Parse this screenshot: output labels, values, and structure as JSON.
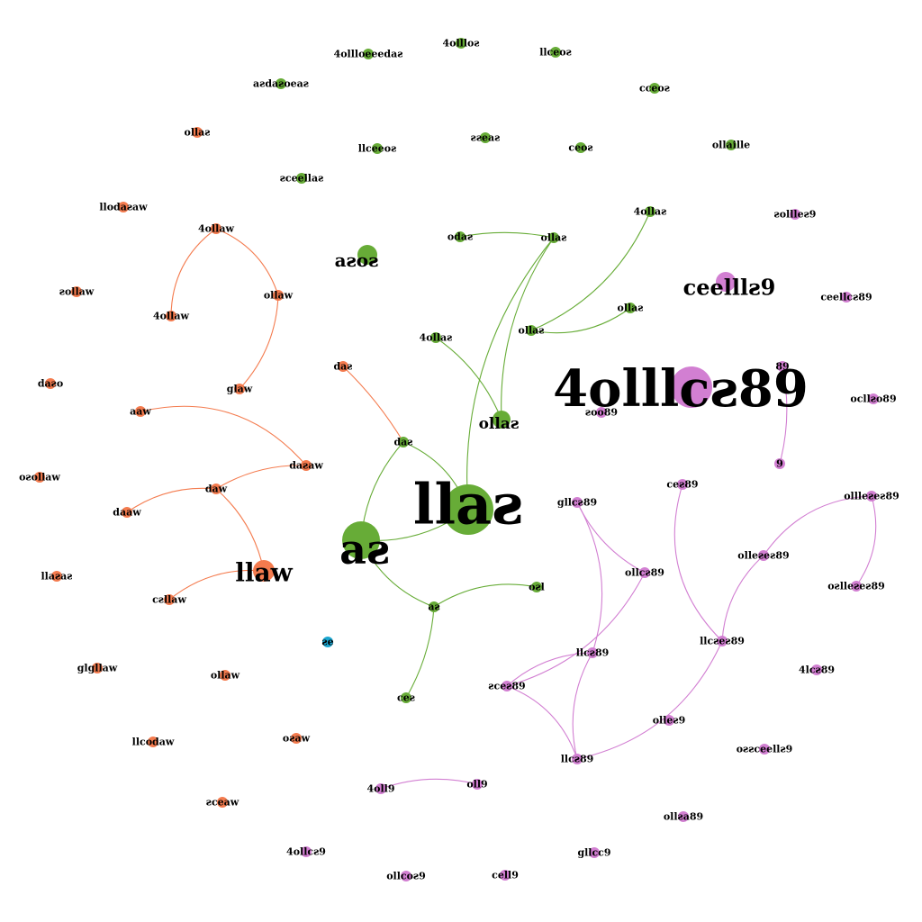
{
  "colors": {
    "orange": "#f47b4e",
    "green": "#67ac37",
    "purple": "#d27fd2",
    "cyan": "#1aa6d0",
    "edge_orange": "#f47b4e",
    "edge_green": "#67ac37",
    "edge_purple": "#d27fd2"
  },
  "chart_data": {
    "type": "network",
    "nodes": [
      {
        "id": "n1",
        "label": "4ollloeeedaƨ",
        "group": "green",
        "size": 1
      },
      {
        "id": "n2",
        "label": "4ollloƨ",
        "group": "green",
        "size": 1
      },
      {
        "id": "n3",
        "label": "llceoƨ",
        "group": "green",
        "size": 1
      },
      {
        "id": "n4",
        "label": "aƨdaƨoeaƨ",
        "group": "green",
        "size": 1
      },
      {
        "id": "n5",
        "label": "cceoƨ",
        "group": "green",
        "size": 1
      },
      {
        "id": "n6",
        "label": "ollaƨ",
        "group": "orange",
        "size": 1
      },
      {
        "id": "n7",
        "label": "llceeoƨ",
        "group": "green",
        "size": 1
      },
      {
        "id": "n8",
        "label": "ƨƨeaƨ",
        "group": "green",
        "size": 1
      },
      {
        "id": "n9",
        "label": "ceoƨ",
        "group": "green",
        "size": 1
      },
      {
        "id": "n10",
        "label": "ollaille",
        "group": "green",
        "size": 1
      },
      {
        "id": "n11",
        "label": "ƨceellaƨ",
        "group": "green",
        "size": 1
      },
      {
        "id": "n12",
        "label": "llodaƨaw",
        "group": "orange",
        "size": 1
      },
      {
        "id": "n13",
        "label": "4ollaw",
        "group": "orange",
        "size": 1
      },
      {
        "id": "n14",
        "label": "odaƨ",
        "group": "green",
        "size": 1
      },
      {
        "id": "n15",
        "label": "ollaƨ",
        "group": "green",
        "size": 1
      },
      {
        "id": "n16",
        "label": "4ollaƨ",
        "group": "green",
        "size": 1
      },
      {
        "id": "n17",
        "label": "ƨollleƨ9",
        "group": "purple",
        "size": 1
      },
      {
        "id": "n18",
        "label": "aƨoƨ",
        "group": "green",
        "size": 2
      },
      {
        "id": "n19",
        "label": "ƨollaw",
        "group": "orange",
        "size": 1
      },
      {
        "id": "n20",
        "label": "ollaw",
        "group": "orange",
        "size": 1
      },
      {
        "id": "n21",
        "label": "4ollaw",
        "group": "orange",
        "size": 1
      },
      {
        "id": "n22",
        "label": "ollaƨ",
        "group": "green",
        "size": 1
      },
      {
        "id": "n23",
        "label": "ollaƨ",
        "group": "green",
        "size": 1
      },
      {
        "id": "n24",
        "label": "ceelllƨ9",
        "group": "purple",
        "size": 2
      },
      {
        "id": "n25",
        "label": "ceellcƨ89",
        "group": "purple",
        "size": 1
      },
      {
        "id": "n26",
        "label": "4ollaƨ",
        "group": "green",
        "size": 1
      },
      {
        "id": "n27",
        "label": "daƨo",
        "group": "orange",
        "size": 1
      },
      {
        "id": "n28",
        "label": "daƨ",
        "group": "orange",
        "size": 1
      },
      {
        "id": "n29",
        "label": "glaw",
        "group": "orange",
        "size": 1
      },
      {
        "id": "n30",
        "label": "4olllcƨ89",
        "group": "purple",
        "size": 3
      },
      {
        "id": "n31",
        "label": "89",
        "group": "purple",
        "size": 1
      },
      {
        "id": "n32",
        "label": "ocllƨo89",
        "group": "purple",
        "size": 1
      },
      {
        "id": "n33",
        "label": "aaw",
        "group": "orange",
        "size": 1
      },
      {
        "id": "n34",
        "label": "ƨoo89",
        "group": "purple",
        "size": 1
      },
      {
        "id": "n35",
        "label": "ollaƨ",
        "group": "green",
        "size": 2
      },
      {
        "id": "n36",
        "label": "daƨ",
        "group": "green",
        "size": 1
      },
      {
        "id": "n37",
        "label": "daƨaw",
        "group": "orange",
        "size": 1
      },
      {
        "id": "n38",
        "label": "9",
        "group": "purple",
        "size": 1
      },
      {
        "id": "n39",
        "label": "oƨollaw",
        "group": "orange",
        "size": 1
      },
      {
        "id": "n40",
        "label": "daw",
        "group": "orange",
        "size": 1
      },
      {
        "id": "n41",
        "label": "llaƨ",
        "group": "green",
        "size": 3
      },
      {
        "id": "n42",
        "label": "gllcƨ89",
        "group": "purple",
        "size": 1
      },
      {
        "id": "n43",
        "label": "ceƨ89",
        "group": "purple",
        "size": 1
      },
      {
        "id": "n44",
        "label": "ollleƨeƨ89",
        "group": "purple",
        "size": 1
      },
      {
        "id": "n45",
        "label": "daaw",
        "group": "orange",
        "size": 1
      },
      {
        "id": "n46",
        "label": "aƨ",
        "group": "green",
        "size": 3
      },
      {
        "id": "n47",
        "label": "olleƨeƨ89",
        "group": "purple",
        "size": 1
      },
      {
        "id": "n48",
        "label": "llaw",
        "group": "orange",
        "size": 2
      },
      {
        "id": "n49",
        "label": "llaƨaƨ",
        "group": "orange",
        "size": 1
      },
      {
        "id": "n50",
        "label": "ollcƨ89",
        "group": "purple",
        "size": 1
      },
      {
        "id": "n51",
        "label": "oƨlleƨeƨ89",
        "group": "purple",
        "size": 1
      },
      {
        "id": "n52",
        "label": "cƨllaw",
        "group": "orange",
        "size": 1
      },
      {
        "id": "n53",
        "label": "oƨl",
        "group": "green",
        "size": 1
      },
      {
        "id": "n54",
        "label": "aƨ",
        "group": "green",
        "size": 1
      },
      {
        "id": "n55",
        "label": "ƨe",
        "group": "cyan",
        "size": 1
      },
      {
        "id": "n56",
        "label": "llcƨeƨ89",
        "group": "purple",
        "size": 1
      },
      {
        "id": "n57",
        "label": "llcƨ89",
        "group": "purple",
        "size": 1
      },
      {
        "id": "n58",
        "label": "ƨceƨ89",
        "group": "purple",
        "size": 1
      },
      {
        "id": "n59",
        "label": "glgllaw",
        "group": "orange",
        "size": 1
      },
      {
        "id": "n60",
        "label": "ollaw",
        "group": "orange",
        "size": 1
      },
      {
        "id": "n61",
        "label": "4lcƨ89",
        "group": "purple",
        "size": 1
      },
      {
        "id": "n62",
        "label": "ceƨ",
        "group": "green",
        "size": 1
      },
      {
        "id": "n63",
        "label": "olleƨ9",
        "group": "purple",
        "size": 1
      },
      {
        "id": "n64",
        "label": "llcodaw",
        "group": "orange",
        "size": 1
      },
      {
        "id": "n65",
        "label": "oƨaw",
        "group": "orange",
        "size": 1
      },
      {
        "id": "n66",
        "label": "oƨƨceellƨ9",
        "group": "purple",
        "size": 1
      },
      {
        "id": "n67",
        "label": "llcƨ89",
        "group": "purple",
        "size": 1
      },
      {
        "id": "n68",
        "label": "4oll9",
        "group": "purple",
        "size": 1
      },
      {
        "id": "n69",
        "label": "oll9",
        "group": "purple",
        "size": 1
      },
      {
        "id": "n70",
        "label": "ƨceaw",
        "group": "orange",
        "size": 1
      },
      {
        "id": "n71",
        "label": "ollƨa89",
        "group": "purple",
        "size": 1
      },
      {
        "id": "n72",
        "label": "4ollcƨ9",
        "group": "purple",
        "size": 1
      },
      {
        "id": "n73",
        "label": "gllcc9",
        "group": "purple",
        "size": 1
      },
      {
        "id": "n74",
        "label": "ollcoƨ9",
        "group": "purple",
        "size": 1
      },
      {
        "id": "n75",
        "label": "cell9",
        "group": "purple",
        "size": 1
      }
    ],
    "edges": [
      {
        "source": "n13",
        "target": "n21",
        "group": "orange"
      },
      {
        "source": "n13",
        "target": "n20",
        "group": "orange"
      },
      {
        "source": "n20",
        "target": "n29",
        "group": "orange"
      },
      {
        "source": "n33",
        "target": "n37",
        "group": "orange"
      },
      {
        "source": "n37",
        "target": "n40",
        "group": "orange"
      },
      {
        "source": "n40",
        "target": "n45",
        "group": "orange"
      },
      {
        "source": "n40",
        "target": "n48",
        "group": "orange"
      },
      {
        "source": "n48",
        "target": "n52",
        "group": "orange"
      },
      {
        "source": "n28",
        "target": "n36",
        "group": "orange"
      },
      {
        "source": "n14",
        "target": "n15",
        "group": "green"
      },
      {
        "source": "n15",
        "target": "n35",
        "group": "green"
      },
      {
        "source": "n15",
        "target": "n41",
        "group": "green"
      },
      {
        "source": "n23",
        "target": "n16",
        "group": "green"
      },
      {
        "source": "n23",
        "target": "n22",
        "group": "green"
      },
      {
        "source": "n26",
        "target": "n35",
        "group": "green"
      },
      {
        "source": "n36",
        "target": "n46",
        "group": "green"
      },
      {
        "source": "n36",
        "target": "n41",
        "group": "green"
      },
      {
        "source": "n46",
        "target": "n41",
        "group": "green"
      },
      {
        "source": "n46",
        "target": "n54",
        "group": "green"
      },
      {
        "source": "n54",
        "target": "n53",
        "group": "green"
      },
      {
        "source": "n54",
        "target": "n62",
        "group": "green"
      },
      {
        "source": "n31",
        "target": "n38",
        "group": "purple"
      },
      {
        "source": "n42",
        "target": "n50",
        "group": "purple"
      },
      {
        "source": "n42",
        "target": "n57",
        "group": "purple"
      },
      {
        "source": "n50",
        "target": "n58",
        "group": "purple"
      },
      {
        "source": "n43",
        "target": "n56",
        "group": "purple"
      },
      {
        "source": "n44",
        "target": "n47",
        "group": "purple"
      },
      {
        "source": "n44",
        "target": "n51",
        "group": "purple"
      },
      {
        "source": "n47",
        "target": "n56",
        "group": "purple"
      },
      {
        "source": "n56",
        "target": "n67",
        "group": "purple"
      },
      {
        "source": "n57",
        "target": "n58",
        "group": "purple"
      },
      {
        "source": "n57",
        "target": "n67",
        "group": "purple"
      },
      {
        "source": "n58",
        "target": "n67",
        "group": "purple"
      },
      {
        "source": "n68",
        "target": "n69",
        "group": "purple"
      }
    ]
  }
}
